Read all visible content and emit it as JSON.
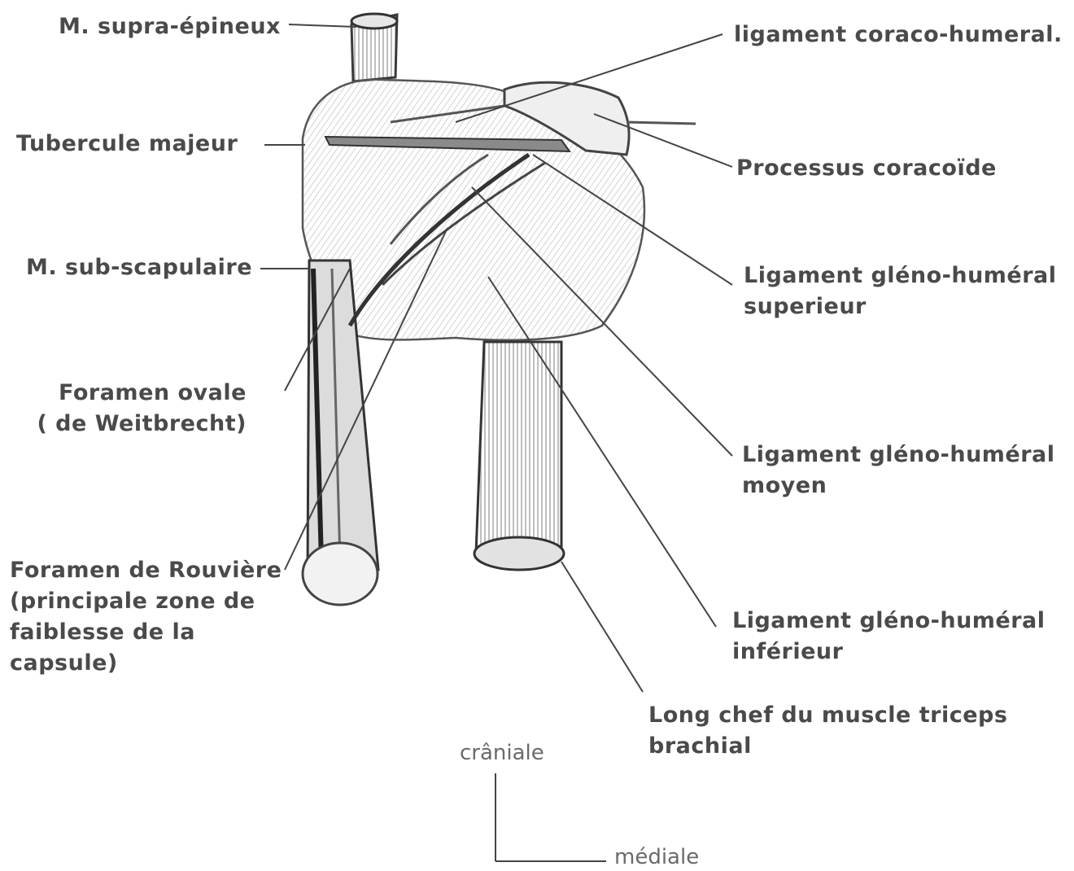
{
  "labels": {
    "supra_epineux": "M. supra-épineux",
    "tubercule_majeur": "Tubercule majeur",
    "sub_scapulaire": "M. sub-scapulaire",
    "foramen_ovale_line1": "Foramen ovale",
    "foramen_ovale_line2": "( de Weitbrecht)",
    "rouviere_line1": "Foramen de Rouvière",
    "rouviere_line2": "(principale zone de",
    "rouviere_line3": "faiblesse de la",
    "rouviere_line4": "capsule)",
    "coraco_humeral": "ligament coraco-humeral.",
    "processus_coracoide": "Processus  coracoïde",
    "glh_sup_line1": "Ligament gléno-huméral",
    "glh_sup_line2": "superieur",
    "glh_moy_line1": "Ligament gléno-huméral",
    "glh_moy_line2": "moyen",
    "glh_inf_line1": "Ligament gléno-huméral",
    "glh_inf_line2": "inférieur",
    "triceps_line1": "Long chef du muscle triceps",
    "triceps_line2": "brachial"
  },
  "orientation": {
    "cranial": "crâniale",
    "medial": "médiale"
  }
}
